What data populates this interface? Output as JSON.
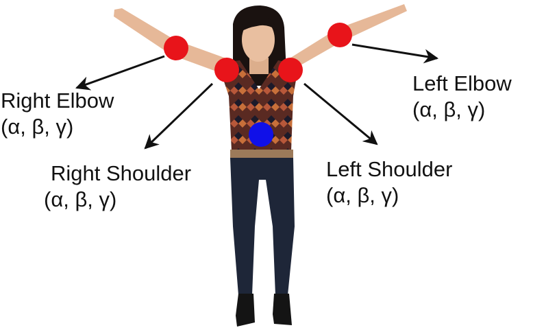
{
  "colors": {
    "joint": "#e8141a",
    "root": "#1010e8",
    "arrow": "#111111",
    "skin": "#e6b898",
    "jeans": "#1e2638",
    "shirt": "#5a2a22",
    "hair": "#1a1210"
  },
  "joints": [
    {
      "id": "right-elbow",
      "name": "Right Elbow",
      "params": "(α, β, γ)"
    },
    {
      "id": "right-shoulder",
      "name": "Right Shoulder",
      "params": "(α, β, γ)"
    },
    {
      "id": "left-shoulder",
      "name": "Left Shoulder",
      "params": "(α, β, γ)"
    },
    {
      "id": "left-elbow",
      "name": "Left Elbow",
      "params": "(α, β, γ)"
    }
  ]
}
